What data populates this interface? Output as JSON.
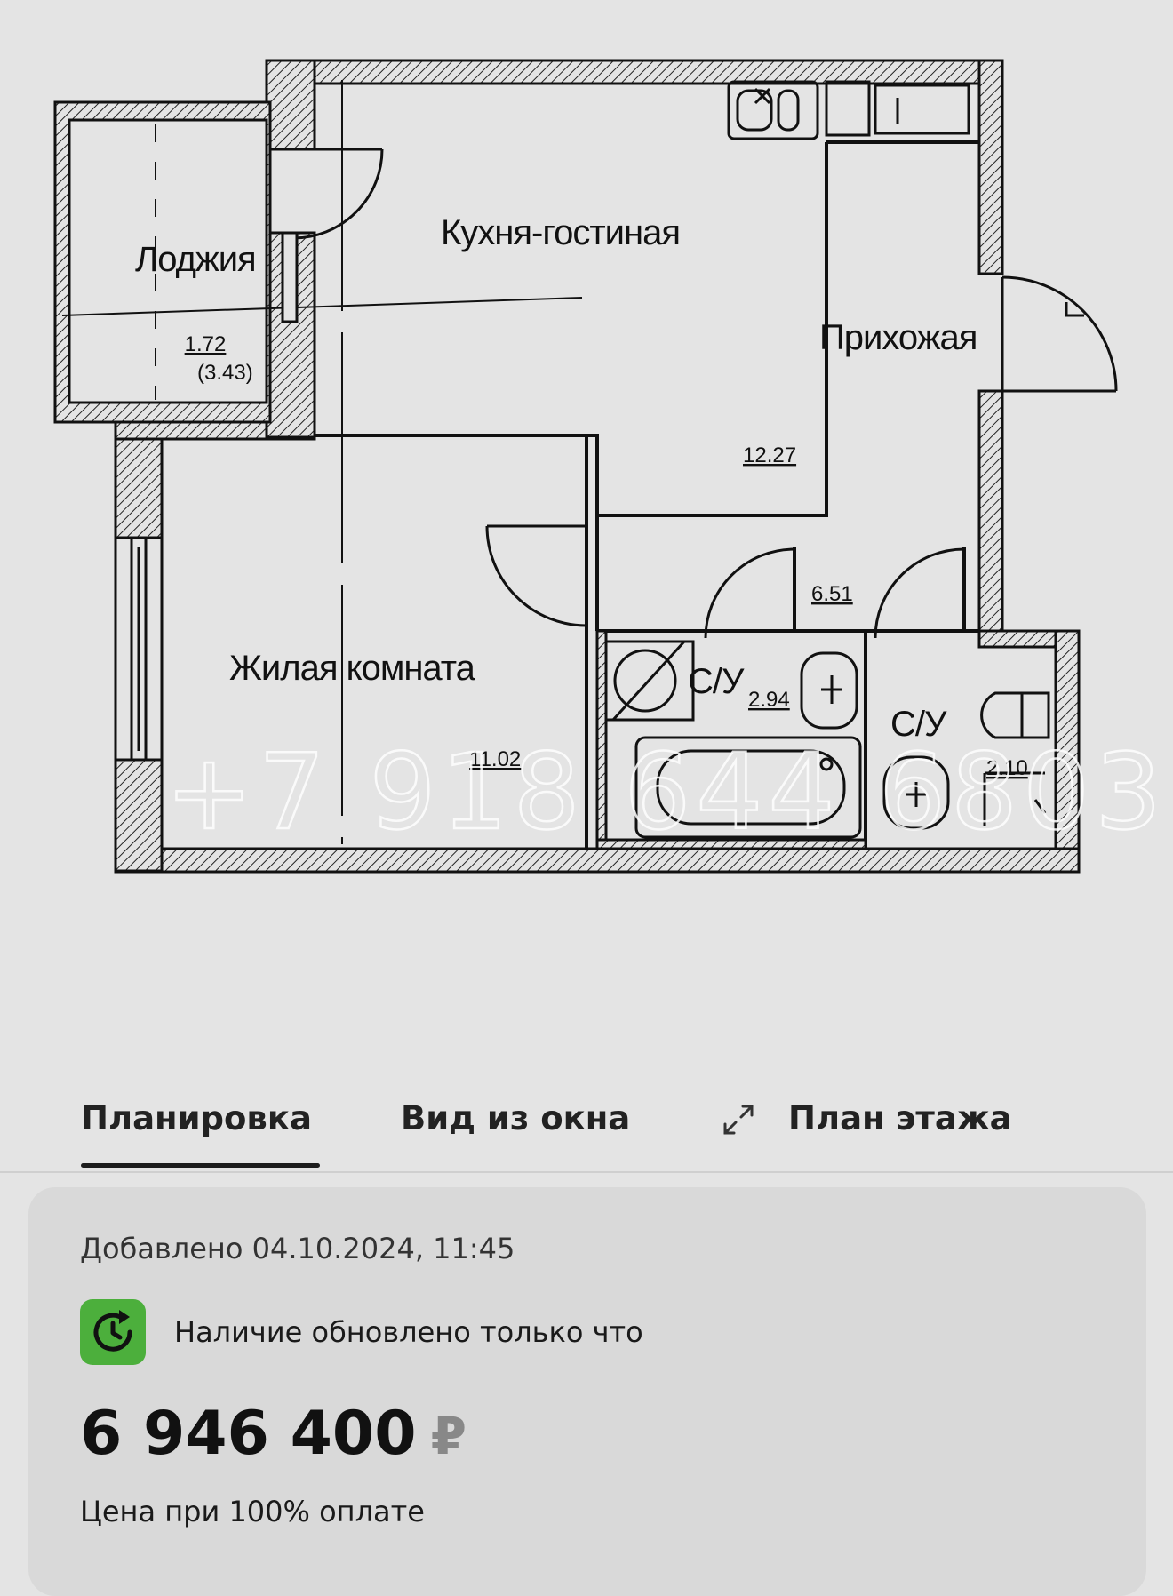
{
  "floorplan": {
    "rooms": {
      "loggia": {
        "label": "Лоджия",
        "area": "1.72",
        "area_full": "(3.43)"
      },
      "kitchen": {
        "label": "Кухня-гостиная",
        "area": "12.27"
      },
      "hallway": {
        "label": "Прихожая",
        "area": "6.51"
      },
      "living": {
        "label": "Жилая комната",
        "area": "11.02"
      },
      "bath1": {
        "label": "С/У",
        "area": "2.94"
      },
      "bath2": {
        "label": "С/У",
        "area": "2.10"
      }
    },
    "watermark": "+7 918 644 6803",
    "compass_icon": "compass-rotate-icon"
  },
  "tabs": [
    {
      "label": "Планировка",
      "active": true
    },
    {
      "label": "Вид из окна",
      "active": false
    },
    {
      "label": "План этажа",
      "active": false,
      "icon": "expand-arrows-icon"
    }
  ],
  "info": {
    "added": "Добавлено 04.10.2024, 11:45",
    "status_text": "Наличие обновлено только что",
    "status_icon": "clock-refresh-icon",
    "status_color": "#4caf3c",
    "price": "6 946 400",
    "currency": "₽",
    "price_note": "Цена при 100% оплате"
  }
}
